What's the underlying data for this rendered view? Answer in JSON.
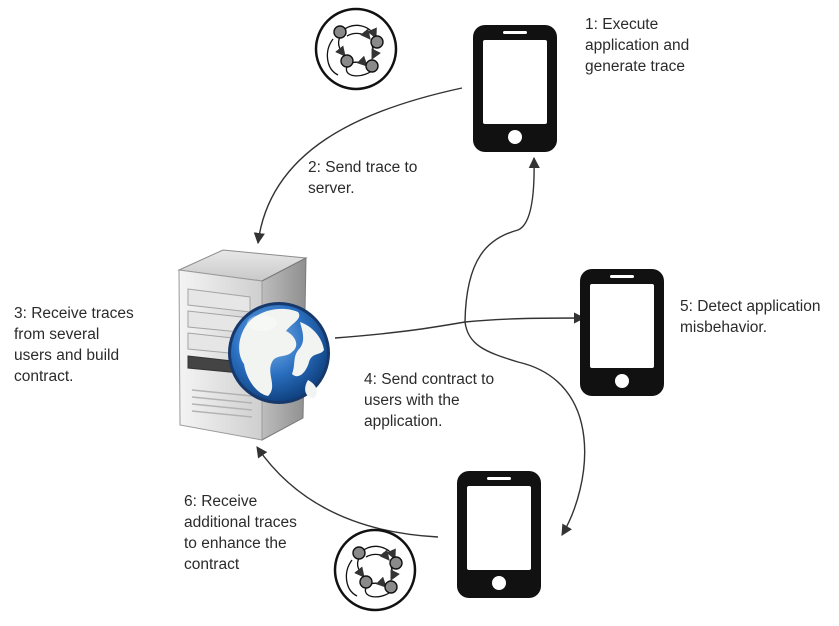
{
  "steps": {
    "step1": {
      "lines": [
        "1: Execute",
        "application and",
        "generate trace"
      ]
    },
    "step2": {
      "lines": [
        "2: Send trace to",
        "server."
      ]
    },
    "step3": {
      "lines": [
        "3: Receive traces",
        "from several",
        "users and build",
        "contract."
      ]
    },
    "step4": {
      "lines": [
        "4: Send contract to",
        "users with the",
        "application."
      ]
    },
    "step5": {
      "lines": [
        "5: Detect application",
        "misbehavior."
      ]
    },
    "step6": {
      "lines": [
        "6: Receive",
        "additional traces",
        "to enhance the",
        "contract"
      ]
    }
  },
  "icons": {
    "server": "server-with-globe-icon",
    "phone": "smartphone-icon",
    "trace": "trace-graph-icon"
  },
  "colors": {
    "line": "#333333",
    "phone": "#111111",
    "globe_ocean": "#2a6fc0",
    "globe_land": "#f2f4f2",
    "server_body": "#d9d9d9"
  }
}
